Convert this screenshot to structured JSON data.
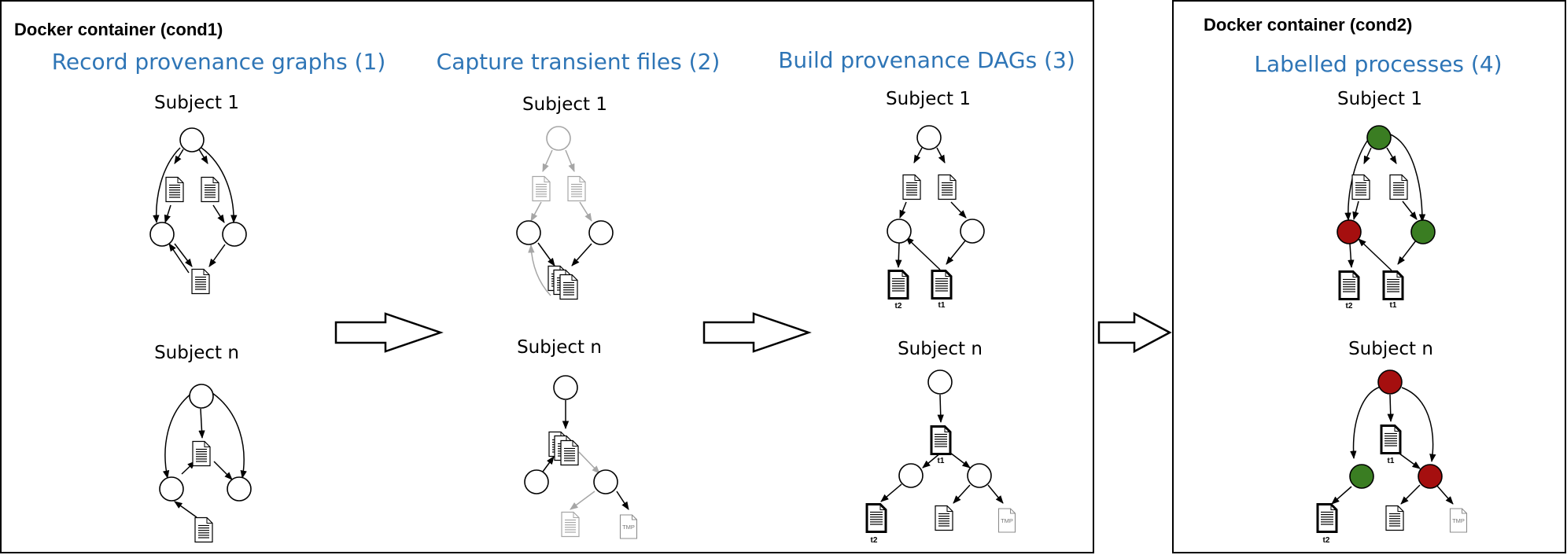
{
  "colors": {
    "title_blue": "#2e75b6",
    "ink": "#000000",
    "faded": "#a6a6a6",
    "benign_green": "#3a7d22",
    "malicious_red": "#a50f0f"
  },
  "icons": {
    "process": "circle-node",
    "file": "document-icon",
    "file_group": "stacked-documents-icon",
    "temp_file": "tmp-file-icon"
  },
  "containers": [
    {
      "title": "Docker container (cond1)"
    },
    {
      "title": "Docker container (cond2)"
    }
  ],
  "steps": [
    {
      "title": "Record provenance graphs (1)",
      "subject_top": "Subject 1",
      "subject_bottom": "Subject n"
    },
    {
      "title": "Capture transient files (2)",
      "subject_top": "Subject 1",
      "subject_bottom": "Subject n"
    },
    {
      "title": "Build provenance DAGs (3)",
      "subject_top": "Subject 1",
      "subject_bottom": "Subject n"
    },
    {
      "title": "Labelled processes (4)",
      "subject_top": "Subject 1",
      "subject_bottom": "Subject n"
    }
  ],
  "tags": {
    "t1": "t1",
    "t2": "t2"
  },
  "tmp_label": "TMP",
  "process_labels": {
    "subject_1": [
      "benign",
      "malicious",
      "benign"
    ],
    "subject_n": [
      "malicious",
      "benign",
      "malicious"
    ]
  }
}
